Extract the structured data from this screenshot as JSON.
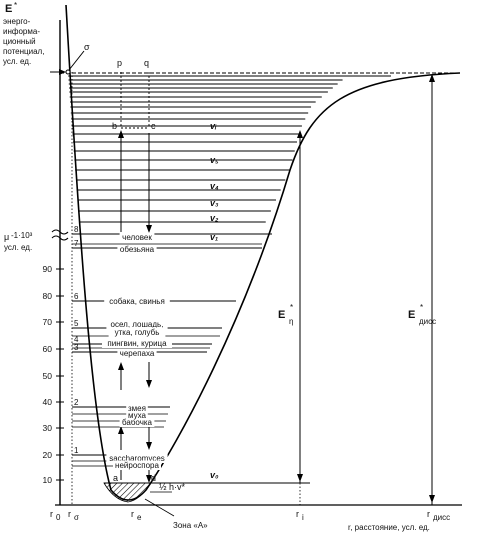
{
  "energy_axis_label": [
    "E",
    "энерго-",
    "информа-",
    "ционный",
    "потенциал,",
    "усл. ед."
  ],
  "mu_axis_label": [
    "μ",
    "усл. ед."
  ],
  "y_ticks": [
    "10",
    "20",
    "30",
    "40",
    "50",
    "60",
    "70",
    "80",
    "90"
  ],
  "level_numbers": [
    "1",
    "2",
    "3",
    "4",
    "5",
    "6",
    "7",
    "8"
  ],
  "organisms": [
    "saccharomyces",
    "нейроспора",
    "бабочка",
    "муха",
    "змея",
    "черепаха",
    "пингвин, курица",
    "осел, лошадь,",
    "утка, голубь",
    "собака, свинья",
    "обезьяна",
    "человек"
  ],
  "vibration_levels": [
    "v₀",
    "v₁",
    "v₂",
    "v₃",
    "v₄",
    "v₅",
    "vᵢ"
  ],
  "points": {
    "sigma": "σ",
    "p": "p",
    "q": "q",
    "b": "b",
    "c": "c",
    "a": "a",
    "d": "d"
  },
  "zero_point_energy": "½ h·v*",
  "energy_labels": {
    "e_eta": "E",
    "e_eta_sub": "η",
    "e_diss": "E",
    "e_diss_sub": "дисс"
  },
  "x_axis_ticks": {
    "r0": "r",
    "r0_sub": "0",
    "r_sigma": "r",
    "r_sigma_sub": "σ",
    "re": "r",
    "re_sub": "e",
    "ri": "r",
    "ri_sub": "i",
    "r_diss": "r",
    "r_diss_sub": "дисс"
  },
  "x_axis_label": "r, расстояние, усл. ед.",
  "zone_label": "Зона «А»"
}
